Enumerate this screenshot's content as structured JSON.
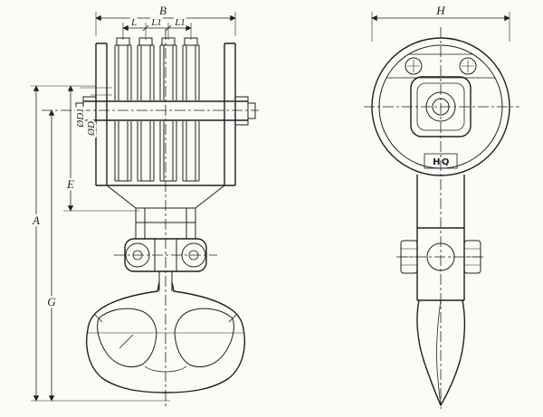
{
  "meta": {
    "paper_color": "#fcfbf7",
    "ink_color": "#1f1f1f",
    "subject": "hook-block-technical-drawing"
  },
  "front_view": {
    "dims": {
      "B": "B",
      "L": "L",
      "L1a": "L1",
      "L1b": "L1",
      "D1": "ØD1",
      "D": "ØD",
      "E": "E",
      "A": "A",
      "G": "G"
    }
  },
  "side_view": {
    "dims": {
      "H": "H"
    },
    "badge": "HQ"
  }
}
